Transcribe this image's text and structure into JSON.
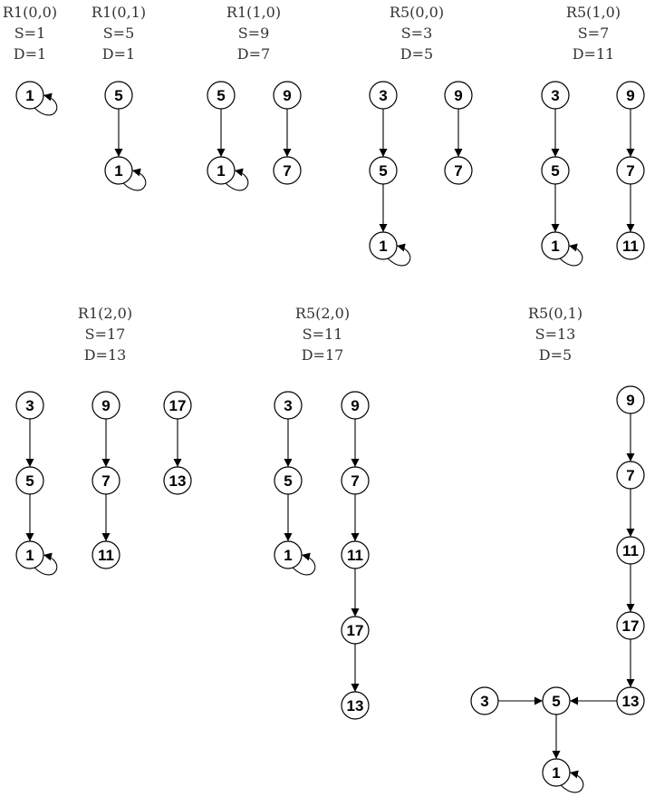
{
  "panels": [
    {
      "caption": [
        "R1(0,0)",
        "S=1",
        "D=1"
      ],
      "nodes": [
        {
          "id": "a",
          "label": "1"
        }
      ],
      "edges": [
        {
          "from": "a",
          "to": "a"
        }
      ]
    },
    {
      "caption": [
        "R1(0,1)",
        "S=5",
        "D=1"
      ],
      "nodes": [
        {
          "id": "a",
          "label": "5"
        },
        {
          "id": "b",
          "label": "1"
        }
      ],
      "edges": [
        {
          "from": "a",
          "to": "b"
        },
        {
          "from": "b",
          "to": "b"
        }
      ]
    },
    {
      "caption": [
        "R1(1,0)",
        "S=9",
        "D=7"
      ],
      "nodes": [
        {
          "id": "a",
          "label": "5"
        },
        {
          "id": "b",
          "label": "1"
        },
        {
          "id": "c",
          "label": "9"
        },
        {
          "id": "d",
          "label": "7"
        }
      ],
      "edges": [
        {
          "from": "a",
          "to": "b"
        },
        {
          "from": "b",
          "to": "b"
        },
        {
          "from": "c",
          "to": "d"
        }
      ]
    },
    {
      "caption": [
        "R5(0,0)",
        "S=3",
        "D=5"
      ],
      "nodes": [
        {
          "id": "a",
          "label": "3"
        },
        {
          "id": "b",
          "label": "5"
        },
        {
          "id": "c",
          "label": "1"
        },
        {
          "id": "d",
          "label": "9"
        },
        {
          "id": "e",
          "label": "7"
        }
      ],
      "edges": [
        {
          "from": "a",
          "to": "b"
        },
        {
          "from": "b",
          "to": "c"
        },
        {
          "from": "c",
          "to": "c"
        },
        {
          "from": "d",
          "to": "e"
        }
      ]
    },
    {
      "caption": [
        "R5(1,0)",
        "S=7",
        "D=11"
      ],
      "nodes": [
        {
          "id": "a",
          "label": "3"
        },
        {
          "id": "b",
          "label": "5"
        },
        {
          "id": "c",
          "label": "1"
        },
        {
          "id": "d",
          "label": "9"
        },
        {
          "id": "e",
          "label": "7"
        },
        {
          "id": "f",
          "label": "11"
        }
      ],
      "edges": [
        {
          "from": "a",
          "to": "b"
        },
        {
          "from": "b",
          "to": "c"
        },
        {
          "from": "c",
          "to": "c"
        },
        {
          "from": "d",
          "to": "e"
        },
        {
          "from": "e",
          "to": "f"
        }
      ]
    },
    {
      "caption": [
        "R1(2,0)",
        "S=17",
        "D=13"
      ],
      "nodes": [
        {
          "id": "a",
          "label": "3"
        },
        {
          "id": "b",
          "label": "5"
        },
        {
          "id": "c",
          "label": "1"
        },
        {
          "id": "d",
          "label": "9"
        },
        {
          "id": "e",
          "label": "7"
        },
        {
          "id": "f",
          "label": "11"
        },
        {
          "id": "g",
          "label": "17"
        },
        {
          "id": "h",
          "label": "13"
        }
      ],
      "edges": [
        {
          "from": "a",
          "to": "b"
        },
        {
          "from": "b",
          "to": "c"
        },
        {
          "from": "c",
          "to": "c"
        },
        {
          "from": "d",
          "to": "e"
        },
        {
          "from": "e",
          "to": "f"
        },
        {
          "from": "g",
          "to": "h"
        }
      ]
    },
    {
      "caption": [
        "R5(2,0)",
        "S=11",
        "D=17"
      ],
      "nodes": [
        {
          "id": "a",
          "label": "3"
        },
        {
          "id": "b",
          "label": "5"
        },
        {
          "id": "c",
          "label": "1"
        },
        {
          "id": "d",
          "label": "9"
        },
        {
          "id": "e",
          "label": "7"
        },
        {
          "id": "f",
          "label": "11"
        },
        {
          "id": "g",
          "label": "17"
        },
        {
          "id": "h",
          "label": "13"
        }
      ],
      "edges": [
        {
          "from": "a",
          "to": "b"
        },
        {
          "from": "b",
          "to": "c"
        },
        {
          "from": "c",
          "to": "c"
        },
        {
          "from": "d",
          "to": "e"
        },
        {
          "from": "e",
          "to": "f"
        },
        {
          "from": "f",
          "to": "g"
        },
        {
          "from": "g",
          "to": "h"
        }
      ]
    },
    {
      "caption": [
        "R5(0,1)",
        "S=13",
        "D=5"
      ],
      "nodes": [
        {
          "id": "a",
          "label": "9"
        },
        {
          "id": "b",
          "label": "7"
        },
        {
          "id": "c",
          "label": "11"
        },
        {
          "id": "d",
          "label": "17"
        },
        {
          "id": "e",
          "label": "13"
        },
        {
          "id": "f",
          "label": "5"
        },
        {
          "id": "g",
          "label": "3"
        },
        {
          "id": "h",
          "label": "1"
        }
      ],
      "edges": [
        {
          "from": "a",
          "to": "b"
        },
        {
          "from": "b",
          "to": "c"
        },
        {
          "from": "c",
          "to": "d"
        },
        {
          "from": "d",
          "to": "e"
        },
        {
          "from": "e",
          "to": "f"
        },
        {
          "from": "g",
          "to": "f"
        },
        {
          "from": "f",
          "to": "h"
        },
        {
          "from": "h",
          "to": "h"
        }
      ]
    }
  ]
}
